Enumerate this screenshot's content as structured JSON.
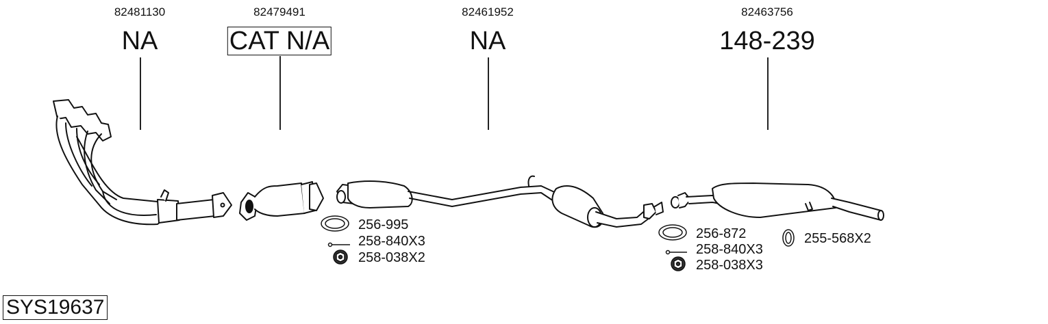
{
  "system_id": "SYS19637",
  "parts": [
    {
      "oem": "82481130",
      "code": "NA",
      "boxed": false,
      "name": "exhaust manifold / front pipe"
    },
    {
      "oem": "82479491",
      "code": "CAT N/A",
      "boxed": true,
      "name": "catalytic converter"
    },
    {
      "oem": "82461952",
      "code": "NA",
      "boxed": false,
      "name": "middle silencer"
    },
    {
      "oem": "82463756",
      "code": "148-239",
      "boxed": false,
      "name": "rear silencer"
    }
  ],
  "accessories": {
    "group1": [
      {
        "label": "256-995",
        "icon": "gasket-ring-icon"
      },
      {
        "label": "258-840X3",
        "icon": "bolt-icon"
      },
      {
        "label": "258-038X2",
        "icon": "nut-icon"
      }
    ],
    "group2": [
      {
        "label": "256-872",
        "icon": "gasket-ring-icon"
      },
      {
        "label": "258-840X3",
        "icon": "bolt-icon"
      },
      {
        "label": "258-038X3",
        "icon": "nut-icon"
      }
    ],
    "group3": [
      {
        "label": "255-568X2",
        "icon": "rubber-mount-icon"
      }
    ]
  }
}
